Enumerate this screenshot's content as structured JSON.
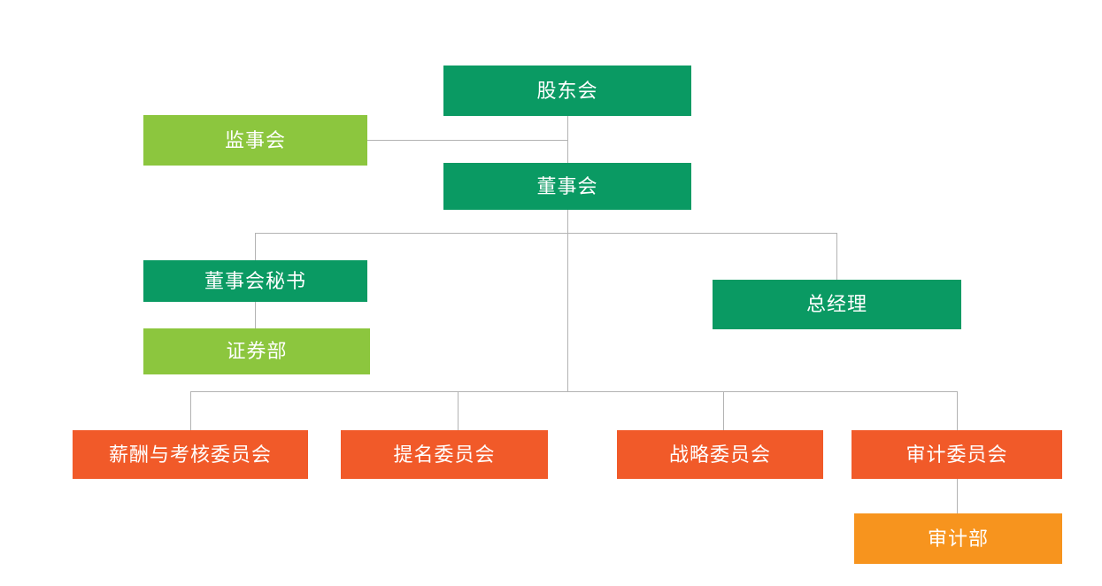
{
  "chart_data": {
    "type": "diagram",
    "title": "",
    "diagram_kind": "organization-chart",
    "orientation": "top-down",
    "colors": {
      "green_dark": "#0a9a63",
      "green_light": "#8cc63e",
      "orange_dark": "#f15a29",
      "orange_light": "#f7941e",
      "connector": "#b3b3b3",
      "background": "#ffffff",
      "label_text": "#ffffff"
    },
    "nodes": [
      {
        "id": "shareholders",
        "label": "股东会",
        "color": "green_dark",
        "level": 0
      },
      {
        "id": "supervisors",
        "label": "监事会",
        "color": "green_light",
        "level": 1
      },
      {
        "id": "board",
        "label": "董事会",
        "color": "green_dark",
        "level": 1
      },
      {
        "id": "board-secretary",
        "label": "董事会秘书",
        "color": "green_dark",
        "level": 2
      },
      {
        "id": "securities-dept",
        "label": "证券部",
        "color": "green_light",
        "level": 3
      },
      {
        "id": "general-manager",
        "label": "总经理",
        "color": "green_dark",
        "level": 2
      },
      {
        "id": "compensation-cmt",
        "label": "薪酬与考核委员会",
        "color": "orange_dark",
        "level": 2
      },
      {
        "id": "nomination-cmt",
        "label": "提名委员会",
        "color": "orange_dark",
        "level": 2
      },
      {
        "id": "strategy-cmt",
        "label": "战略委员会",
        "color": "orange_dark",
        "level": 2
      },
      {
        "id": "audit-cmt",
        "label": "审计委员会",
        "color": "orange_dark",
        "level": 2
      },
      {
        "id": "audit-dept",
        "label": "审计部",
        "color": "orange_light",
        "level": 3
      }
    ],
    "edges": [
      {
        "from": "shareholders",
        "to": "board"
      },
      {
        "from": "shareholders",
        "to": "supervisors"
      },
      {
        "from": "board",
        "to": "board-secretary"
      },
      {
        "from": "board",
        "to": "general-manager"
      },
      {
        "from": "board-secretary",
        "to": "securities-dept"
      },
      {
        "from": "board",
        "to": "compensation-cmt"
      },
      {
        "from": "board",
        "to": "nomination-cmt"
      },
      {
        "from": "board",
        "to": "strategy-cmt"
      },
      {
        "from": "board",
        "to": "audit-cmt"
      },
      {
        "from": "audit-cmt",
        "to": "audit-dept"
      }
    ]
  },
  "nodes": {
    "shareholders": {
      "label": "股东会"
    },
    "supervisors": {
      "label": "监事会"
    },
    "board": {
      "label": "董事会"
    },
    "board_secretary": {
      "label": "董事会秘书"
    },
    "securities_dept": {
      "label": "证券部"
    },
    "general_manager": {
      "label": "总经理"
    },
    "compensation_committee": {
      "label": "薪酬与考核委员会"
    },
    "nomination_committee": {
      "label": "提名委员会"
    },
    "strategy_committee": {
      "label": "战略委员会"
    },
    "audit_committee": {
      "label": "审计委员会"
    },
    "audit_dept": {
      "label": "审计部"
    }
  }
}
